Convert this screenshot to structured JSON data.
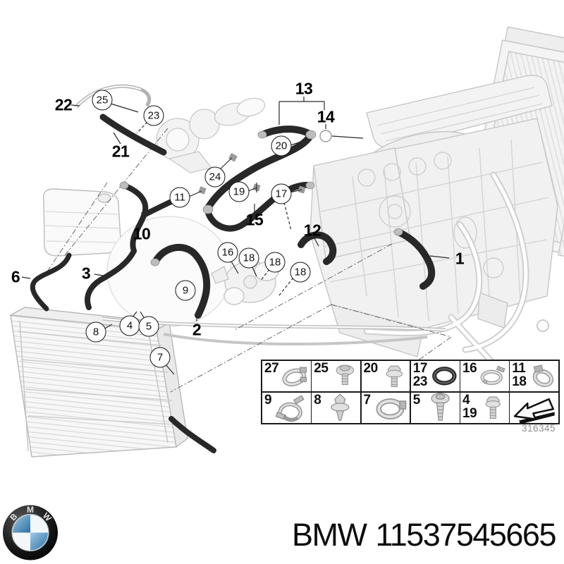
{
  "figure": {
    "drawing_number": "316345",
    "callouts_circled": [
      {
        "n": "25"
      },
      {
        "n": "23"
      },
      {
        "n": "20"
      },
      {
        "n": "24"
      },
      {
        "n": "11"
      },
      {
        "n": "19"
      },
      {
        "n": "17"
      },
      {
        "n": "16"
      },
      {
        "n": "18"
      },
      {
        "n": "18"
      },
      {
        "n": "18"
      },
      {
        "n": "9"
      },
      {
        "n": "4"
      },
      {
        "n": "5"
      },
      {
        "n": "8"
      },
      {
        "n": "7"
      }
    ],
    "callouts_plain": [
      {
        "n": "22"
      },
      {
        "n": "21"
      },
      {
        "n": "13"
      },
      {
        "n": "14"
      },
      {
        "n": "15"
      },
      {
        "n": "10"
      },
      {
        "n": "12"
      },
      {
        "n": "1"
      },
      {
        "n": "3"
      },
      {
        "n": "6"
      },
      {
        "n": "2"
      }
    ]
  },
  "legend": {
    "cells": [
      {
        "labels": [
          "27"
        ],
        "icon": "worm-hose-clamp"
      },
      {
        "labels": [
          "25"
        ],
        "icon": "screw-with-washer"
      },
      {
        "labels": [
          "20"
        ],
        "icon": "hex-bolt-washer"
      },
      {
        "labels": [
          "17",
          "23"
        ],
        "icon": "o-ring"
      },
      {
        "labels": [
          "16"
        ],
        "icon": "profile-clamp"
      },
      {
        "labels": [
          "11",
          "18"
        ],
        "icon": "hose-clamp-angled"
      },
      {
        "labels": [
          "9"
        ],
        "icon": "spring-clip"
      },
      {
        "labels": [
          "8"
        ],
        "icon": "expanding-rivet"
      },
      {
        "labels": [
          "7"
        ],
        "icon": "band-clamp"
      },
      {
        "labels": [
          "5"
        ],
        "icon": "pan-head-screw"
      },
      {
        "labels": [
          "4",
          "19"
        ],
        "icon": "flange-bolt"
      },
      {
        "labels": [],
        "icon": "pointer-arrow"
      }
    ]
  },
  "footer": {
    "brand": "BMW",
    "part_number": "11537545665",
    "logo_letters": [
      "B",
      "M",
      "W"
    ]
  },
  "colors": {
    "hose": "#282828",
    "lineart": "#c6c6c6",
    "table_border": "#1a1a1a",
    "drawing_number_gray": "#8f8f8f",
    "roundel_blue": "#4a8fc4"
  }
}
